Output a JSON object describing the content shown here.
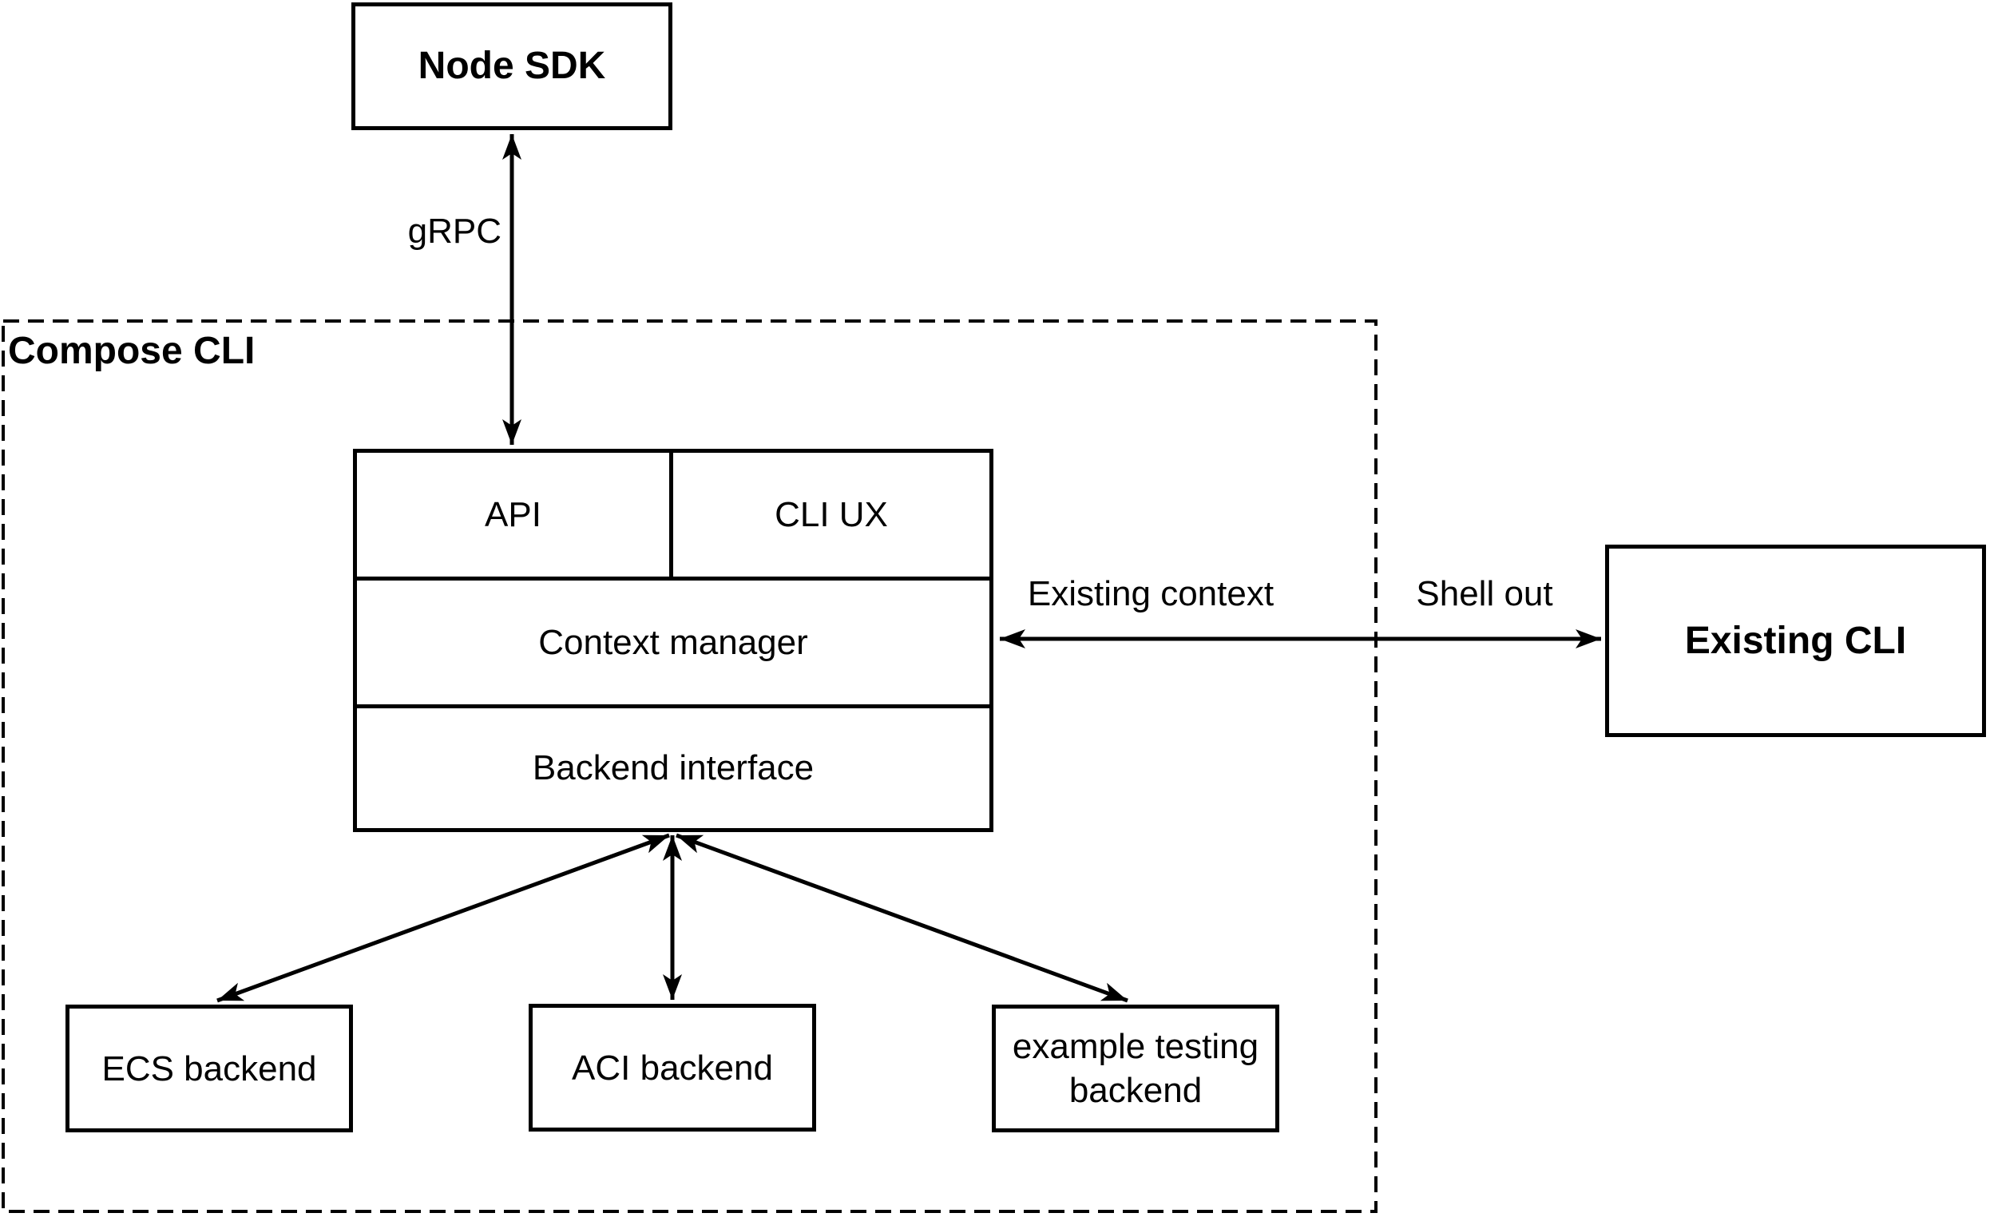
{
  "container": {
    "label": "Compose CLI"
  },
  "nodes": {
    "node_sdk": {
      "label": "Node SDK"
    },
    "api": {
      "label": "API"
    },
    "cli_ux": {
      "label": "CLI UX"
    },
    "context_manager": {
      "label": "Context manager"
    },
    "backend_interface": {
      "label": "Backend interface"
    },
    "existing_cli": {
      "label": "Existing CLI"
    },
    "ecs_backend": {
      "label": "ECS backend"
    },
    "aci_backend": {
      "label": "ACI backend"
    },
    "example_testing_backend": {
      "label": "example testing backend"
    }
  },
  "edges": {
    "grpc": {
      "label": "gRPC",
      "style": "double-arrow"
    },
    "existing_context": {
      "label": "Existing context",
      "style": "double-arrow"
    },
    "shell_out": {
      "label": "Shell out",
      "style": "double-arrow"
    },
    "ecs_link": {
      "label": "",
      "style": "double-arrow"
    },
    "aci_link": {
      "label": "",
      "style": "double-arrow"
    },
    "example_link": {
      "label": "",
      "style": "double-arrow"
    }
  },
  "colors": {
    "stroke": "#000000",
    "fill": "#ffffff",
    "background": "#ffffff",
    "text": "#000000"
  }
}
